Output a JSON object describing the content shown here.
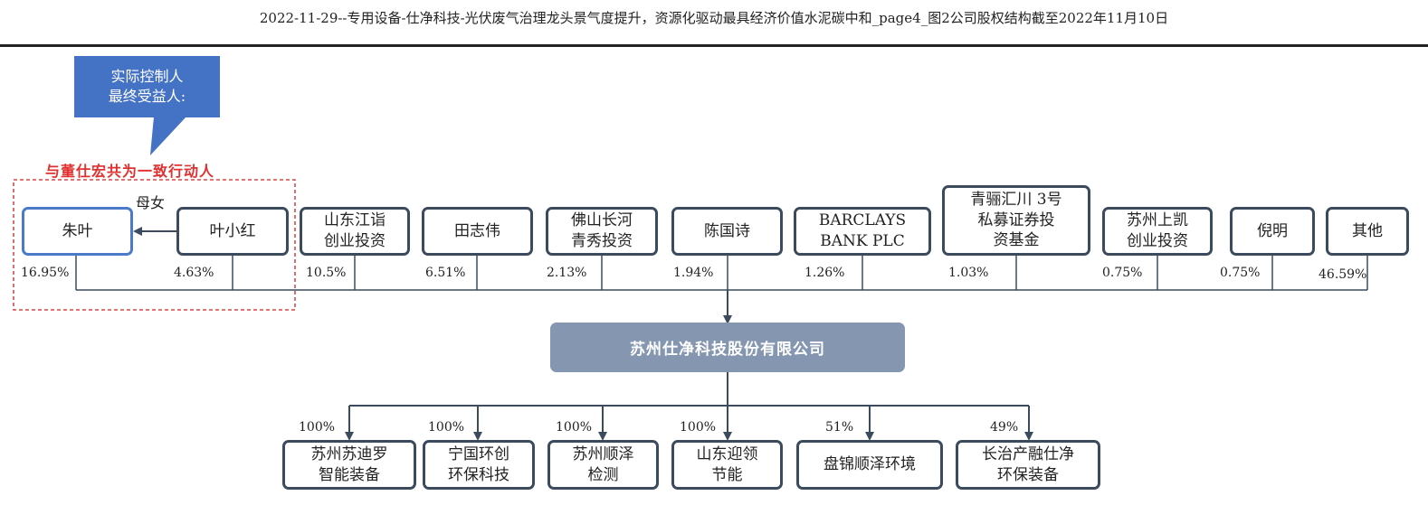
{
  "title": "2022-11-29--专用设备-仕净科技-光伏废气治理龙头景气度提升，资源化驱动最具经济价值水泥碳中和_page4_图2公司股权结构截至2022年11月10日",
  "callout": {
    "text": "实际控制人\n最终受益人:"
  },
  "concert_note": "与董仕宏共为一致行动人",
  "relation_label": "母女",
  "shareholders": [
    {
      "name": "朱叶",
      "pct": "16.95%"
    },
    {
      "name": "叶小红",
      "pct": "4.63%"
    },
    {
      "name": "山东江诣\n创业投资",
      "pct": "10.5%"
    },
    {
      "name": "田志伟",
      "pct": "6.51%"
    },
    {
      "name": "佛山长河\n青秀投资",
      "pct": "2.13%"
    },
    {
      "name": "陈国诗",
      "pct": "1.94%"
    },
    {
      "name": "BARCLAYS\nBANK PLC",
      "pct": "1.26%"
    },
    {
      "name": "青骊汇川 3号\n私募证券投\n资基金",
      "pct": "1.03%"
    },
    {
      "name": "苏州上凯\n创业投资",
      "pct": "0.75%"
    },
    {
      "name": "倪明",
      "pct": "0.75%"
    },
    {
      "name": "其他",
      "pct": "46.59%"
    }
  ],
  "company": "苏州仕净科技股份有限公司",
  "subsidiaries": [
    {
      "name": "苏州苏迪罗\n智能装备",
      "pct": "100%"
    },
    {
      "name": "宁国环创\n环保科技",
      "pct": "100%"
    },
    {
      "name": "苏州顺泽\n检测",
      "pct": "100%"
    },
    {
      "name": "山东迎领\n节能",
      "pct": "100%"
    },
    {
      "name": "盘锦顺泽环境",
      "pct": "51%"
    },
    {
      "name": "长治产融仕净\n环保装备",
      "pct": "49%"
    }
  ],
  "colors": {
    "box_border": "#3b4a5c",
    "highlight_border": "#4a7ac8",
    "company_fill": "#8496b0",
    "callout_fill": "#4472c4",
    "concert_text": "#e03030",
    "dashed_border": "#d02020"
  }
}
